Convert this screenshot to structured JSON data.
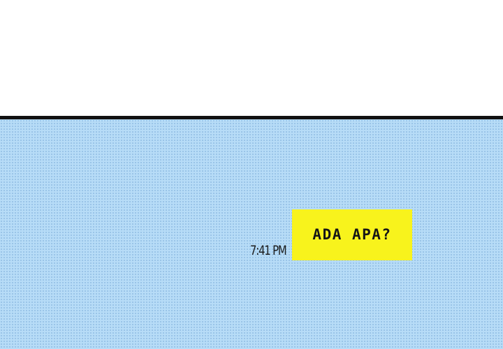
{
  "colors": {
    "page_background": "#ffffff",
    "panel_border": "#111111",
    "chat_background": "#b7dcf7",
    "bubble_background": "#f8f31c",
    "text": "#161616"
  },
  "chat": {
    "messages": [
      {
        "text": "ADA APA?",
        "time": "7:41 PM",
        "side": "right"
      }
    ]
  }
}
